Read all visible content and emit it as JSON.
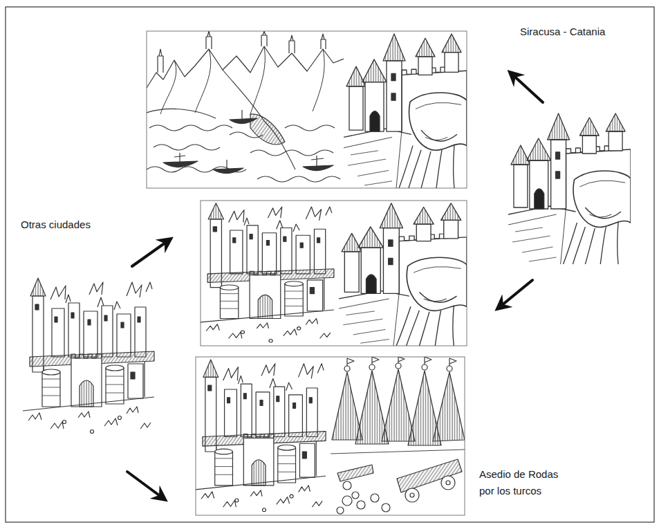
{
  "diagram": {
    "labels": [
      "Siracusa - Catania",
      "Otras ciudades",
      "Asedio de Rodas por los turcos"
    ]
  }
}
